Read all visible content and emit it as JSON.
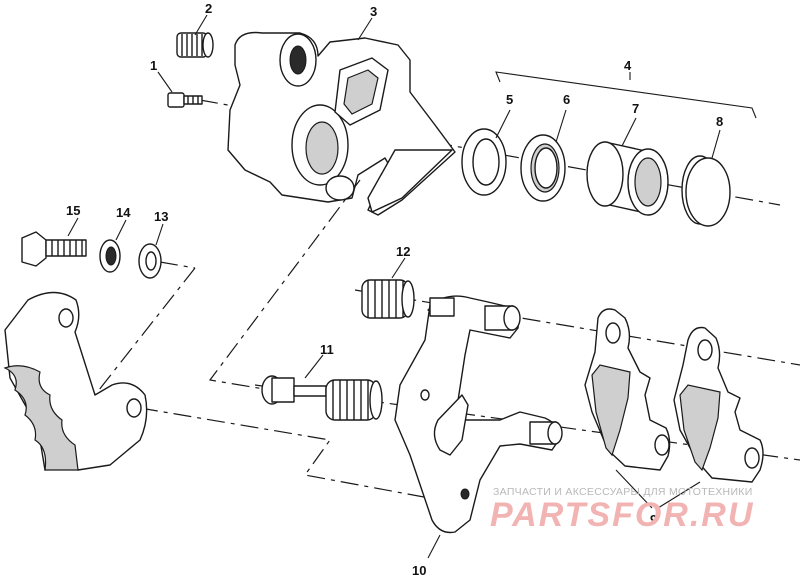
{
  "diagram": {
    "callouts": [
      "1",
      "2",
      "3",
      "4",
      "5",
      "6",
      "7",
      "8",
      "9",
      "10",
      "11",
      "12",
      "13",
      "14",
      "15"
    ],
    "watermark": {
      "caption": "ЗАПЧАСТИ И АКСЕССУАРЫ ДЛЯ МОТОТЕХНИКИ",
      "brand": "PARTSFOR.RU"
    }
  }
}
